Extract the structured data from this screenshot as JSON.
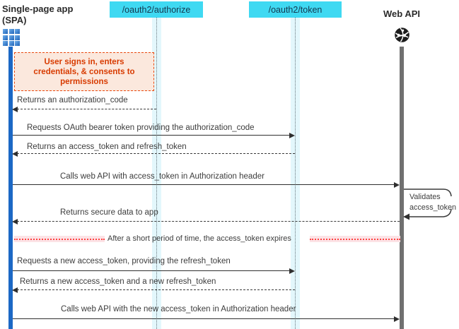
{
  "actors": {
    "spa": {
      "name": "Single-page app",
      "sub": "(SPA)",
      "icon": "app-grid-icon"
    },
    "authorize_endpoint": {
      "label": "/oauth2/authorize"
    },
    "token_endpoint": {
      "label": "/oauth2/token"
    },
    "web_api": {
      "name": "Web API",
      "icon": "globe-icon"
    }
  },
  "notes": {
    "user_signin": "User signs in, enters credentials, & consents to permissions",
    "token_expiry": "After a short period of time, the access_token expires",
    "validates": {
      "line1": "Validates",
      "line2": "access_token"
    }
  },
  "messages": [
    {
      "text": "Returns an authorization_code",
      "style": "dashed",
      "from": "/oauth2/authorize",
      "to": "SPA"
    },
    {
      "text": "Requests OAuth bearer token providing the authorization_code",
      "style": "solid",
      "from": "SPA",
      "to": "/oauth2/token"
    },
    {
      "text": "Returns an access_token and refresh_token",
      "style": "dashed",
      "from": "/oauth2/token",
      "to": "SPA"
    },
    {
      "text": "Calls web API with access_token in Authorization header",
      "style": "solid",
      "from": "SPA",
      "to": "Web API"
    },
    {
      "text": "Returns secure data to app",
      "style": "dashed",
      "from": "Web API",
      "to": "SPA"
    },
    {
      "text": "Requests a new access_token, providing the refresh_token",
      "style": "solid",
      "from": "SPA",
      "to": "/oauth2/token"
    },
    {
      "text": "Returns a new access_token and a new refresh_token",
      "style": "dashed",
      "from": "/oauth2/token",
      "to": "SPA"
    },
    {
      "text": "Calls web API with the new access_token in Authorization header",
      "style": "solid",
      "from": "SPA",
      "to": "Web API"
    }
  ],
  "colors": {
    "endpoint_fill": "#3fd9f2",
    "endpoint_text": "#14384f",
    "spa_lifeline_blue": "#1c68c5",
    "webapi_lifeline_gray": "#707070",
    "lifeline_band_cyan": "#e3f7fc",
    "note_fill": "#fbe8dd",
    "note_border_orange": "#e8490f",
    "note_text_orange": "#d83b01",
    "expiry_red": "#ff4444",
    "expiry_halo_pink": "#fce3e6",
    "message_text_gray": "#3c3c3c"
  }
}
